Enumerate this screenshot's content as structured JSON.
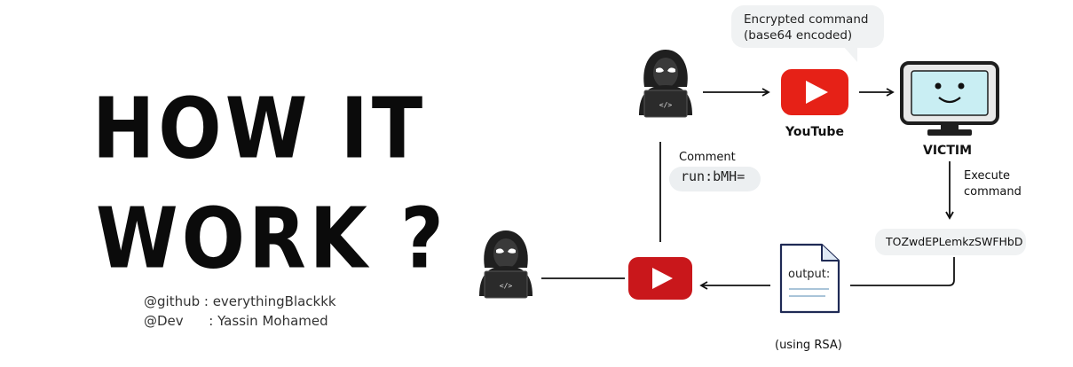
{
  "title": {
    "line1": "HOW IT",
    "line2": "WORK ?"
  },
  "credits": {
    "github": "@github : everythingBlackkk",
    "dev": "@Dev      : Yassin Mohamed"
  },
  "flow": {
    "encrypted_line1": "Encrypted command",
    "encrypted_line2": "(base64 encoded)",
    "youtube_label": "YouTube",
    "victim_label": "VICTIM",
    "execute_line1": "Execute",
    "execute_line2": "command",
    "output_encoded": "TOZwdEPLemkzSWFHbDhaV",
    "output_doc_label": "output:",
    "using_rsa": "(using RSA)",
    "comment_label": "Comment",
    "comment_code": "run:bMH="
  },
  "colors": {
    "youtube_red": "#e62117",
    "youtube_red_dark": "#c9171b",
    "monitor_screen": "#c9eef3",
    "hacker_dark": "#1d1d1d"
  },
  "icons": [
    "hacker-icon",
    "youtube-icon",
    "monitor-icon",
    "document-icon"
  ]
}
